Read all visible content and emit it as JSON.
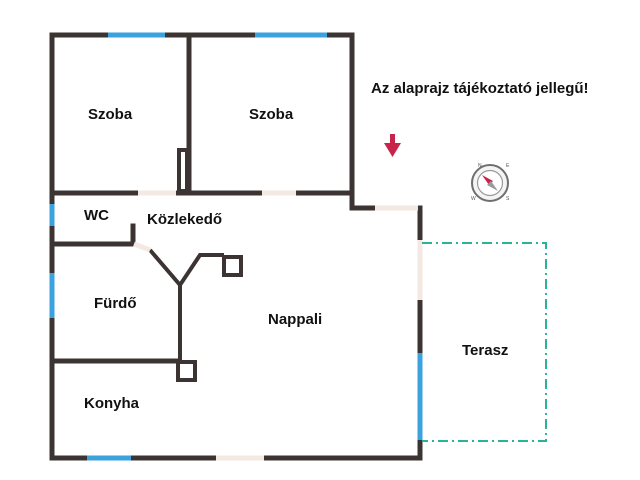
{
  "note": "Az alaprajz tájékoztató jellegű!",
  "rooms": {
    "szoba_left": "Szoba",
    "szoba_right": "Szoba",
    "wc": "WC",
    "kozlekedo": "Közlekedő",
    "furdo": "Fürdő",
    "nappali": "Nappali",
    "konyha": "Konyha",
    "terasz": "Terasz"
  },
  "compass": {
    "icon": "compass-icon",
    "labels": [
      "N",
      "E",
      "S",
      "W"
    ]
  },
  "colors": {
    "wall": "#3b3432",
    "window": "#3aa2dc",
    "door_gap": "#f3e9e2",
    "terrace": "#2bb39a",
    "arrow": "#c8234a"
  }
}
